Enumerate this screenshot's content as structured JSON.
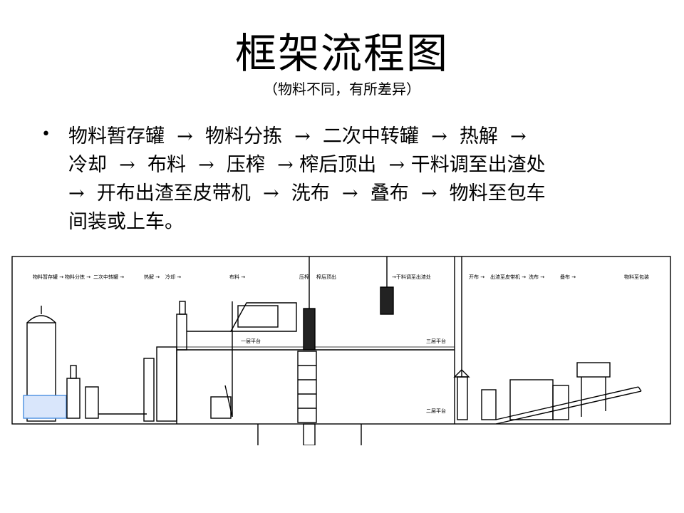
{
  "title": "框架流程图",
  "subtitle": "（物料不同，有所差异）",
  "bullet": {
    "text": "物料暂存罐  →  物料分拣  →  二次中转罐  →  热解  →\n冷却  →  布料  →  压榨  → 榨后顶出  → 干料调至出渣处\n→  开布出渣至皮带机  →  洗布  →  叠布  →  物料至包车\n间装或上车。"
  },
  "diagram": {
    "process_labels": [
      "物料暂存罐",
      "物料分拣",
      "二次中转罐",
      "热解",
      "冷却",
      "布料",
      "压榨",
      "榨后顶出",
      "干料调至出渣处",
      "开布",
      "出渣至皮带机",
      "洗布",
      "叠布",
      "物料至包装"
    ],
    "level_labels": [
      "三层平台",
      "二层平台",
      "一层平台"
    ],
    "colors": {
      "line": "#000000",
      "water": "#4a8fe0"
    }
  }
}
